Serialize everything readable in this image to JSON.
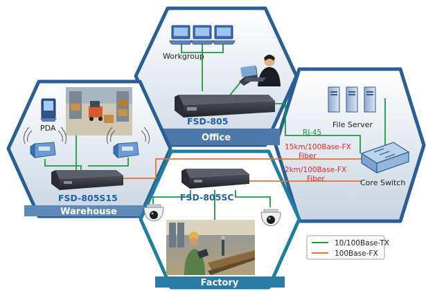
{
  "zones": {
    "office": "Office",
    "warehouse": "Warehouse",
    "factory": "Factory"
  },
  "devices": {
    "fsd805": "FSD-805",
    "fsd805s15": "FSD-805S15",
    "fsd805sc": "FSD-805SC"
  },
  "labels": {
    "workgroup": "Workgroup",
    "pda": "PDA",
    "file_server": "File Server",
    "core_switch": "Core Switch",
    "rj45": "RJ-45",
    "link_15km_line1": "15km/100Base-FX",
    "link_15km_line2": "Fiber",
    "link_2km_line1": "2km/100Base-FX",
    "link_2km_line2": "Fiber"
  },
  "legend": {
    "items": [
      {
        "label": "10/100Base-TX",
        "color": "#1a9a3c"
      },
      {
        "label": "100Base-FX",
        "color": "#f07020"
      }
    ]
  },
  "colors": {
    "hex_border": "#2a5f95",
    "copper": "#1a9a3c",
    "fiber": "#f07020",
    "fiber_text": "#e0282a",
    "device_text": "#1f5ea8"
  }
}
